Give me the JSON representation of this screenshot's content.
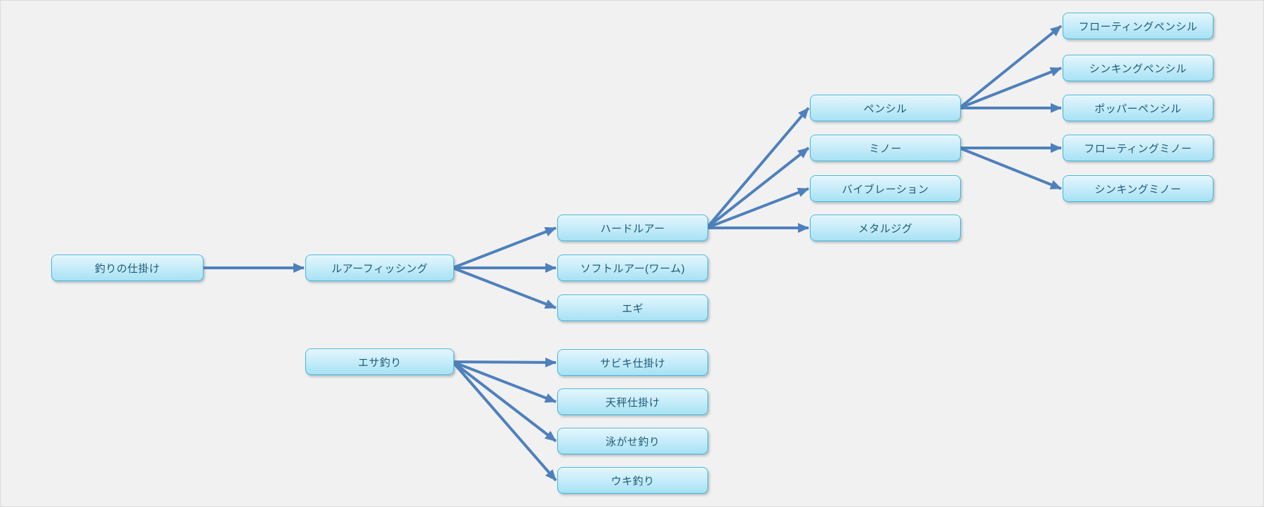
{
  "theme": {
    "background": "#f1f1f1",
    "node_fill_top": "#e3f6fc",
    "node_fill_mid": "#c9edfa",
    "node_fill_bottom": "#a6e2f5",
    "node_border": "#41b7d8",
    "node_text": "#1e5a74",
    "arrow": "#4e80bc"
  },
  "diagram_type": "flowchart-tree",
  "nodes": {
    "fishing_rig": {
      "label": "釣りの仕掛け"
    },
    "lure_fishing": {
      "label": "ルアーフィッシング"
    },
    "bait_fishing": {
      "label": "エサ釣り"
    },
    "hard_lure": {
      "label": "ハードルアー"
    },
    "soft_lure": {
      "label": "ソフトルアー(ワーム)"
    },
    "egi": {
      "label": "エギ"
    },
    "pencil": {
      "label": "ペンシル"
    },
    "minnow": {
      "label": "ミノー"
    },
    "vibration": {
      "label": "バイブレーション"
    },
    "metal_jig": {
      "label": "メタルジグ"
    },
    "floating_pencil": {
      "label": "フローティングペンシル"
    },
    "sinking_pencil": {
      "label": "シンキングペンシル"
    },
    "popper_pencil": {
      "label": "ポッパーペンシル"
    },
    "floating_minnow": {
      "label": "フローティングミノー"
    },
    "sinking_minnow": {
      "label": "シンキングミノー"
    },
    "sabiki_rig": {
      "label": "サビキ仕掛け"
    },
    "tenbin_rig": {
      "label": "天秤仕掛け"
    },
    "oyogase_fishing": {
      "label": "泳がせ釣り"
    },
    "uki_fishing": {
      "label": "ウキ釣り"
    }
  },
  "edges": [
    {
      "from": "fishing_rig",
      "to": "lure_fishing"
    },
    {
      "from": "lure_fishing",
      "to": "hard_lure"
    },
    {
      "from": "lure_fishing",
      "to": "soft_lure"
    },
    {
      "from": "lure_fishing",
      "to": "egi"
    },
    {
      "from": "hard_lure",
      "to": "pencil"
    },
    {
      "from": "hard_lure",
      "to": "minnow"
    },
    {
      "from": "hard_lure",
      "to": "vibration"
    },
    {
      "from": "hard_lure",
      "to": "metal_jig"
    },
    {
      "from": "pencil",
      "to": "floating_pencil"
    },
    {
      "from": "pencil",
      "to": "sinking_pencil"
    },
    {
      "from": "pencil",
      "to": "popper_pencil"
    },
    {
      "from": "minnow",
      "to": "floating_minnow"
    },
    {
      "from": "minnow",
      "to": "sinking_minnow"
    },
    {
      "from": "bait_fishing",
      "to": "sabiki_rig"
    },
    {
      "from": "bait_fishing",
      "to": "tenbin_rig"
    },
    {
      "from": "bait_fishing",
      "to": "oyogase_fishing"
    },
    {
      "from": "bait_fishing",
      "to": "uki_fishing"
    }
  ]
}
